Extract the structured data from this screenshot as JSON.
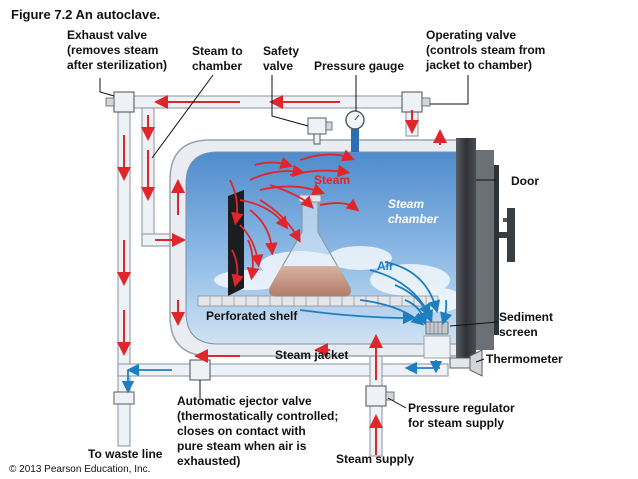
{
  "figure_title": "Figure 7.2 An autoclave.",
  "labels": {
    "exhaust_valve": "Exhaust valve\n(removes steam\nafter sterilization)",
    "steam_to_chamber": "Steam to\nchamber",
    "safety_valve": "Safety\nvalve",
    "pressure_gauge": "Pressure gauge",
    "operating_valve": "Operating valve\n(controls steam from\njacket to chamber)",
    "door": "Door",
    "steam": "Steam",
    "steam_chamber": "Steam\nchamber",
    "air": "Air",
    "perforated_shelf": "Perforated shelf",
    "sediment_screen": "Sediment\nscreen",
    "steam_jacket": "Steam jacket",
    "thermometer": "Thermometer",
    "automatic_ejector_valve": "Automatic ejector valve\n(thermostatically controlled;\ncloses on contact with\npure steam when air is\nexhausted)",
    "pressure_regulator": "Pressure regulator\nfor steam supply",
    "to_waste_line": "To waste line",
    "steam_supply": "Steam supply",
    "copyright": "© 2013 Pearson Education, Inc."
  },
  "colors": {
    "steam_arrow": "#e0262a",
    "air_arrow": "#1e7fc0",
    "pipe_fill": "#eef1f5",
    "pipe_stroke": "#9aa3ad",
    "chamber_blue": "#5f9ad8",
    "door_dark": "#3a3d42"
  }
}
